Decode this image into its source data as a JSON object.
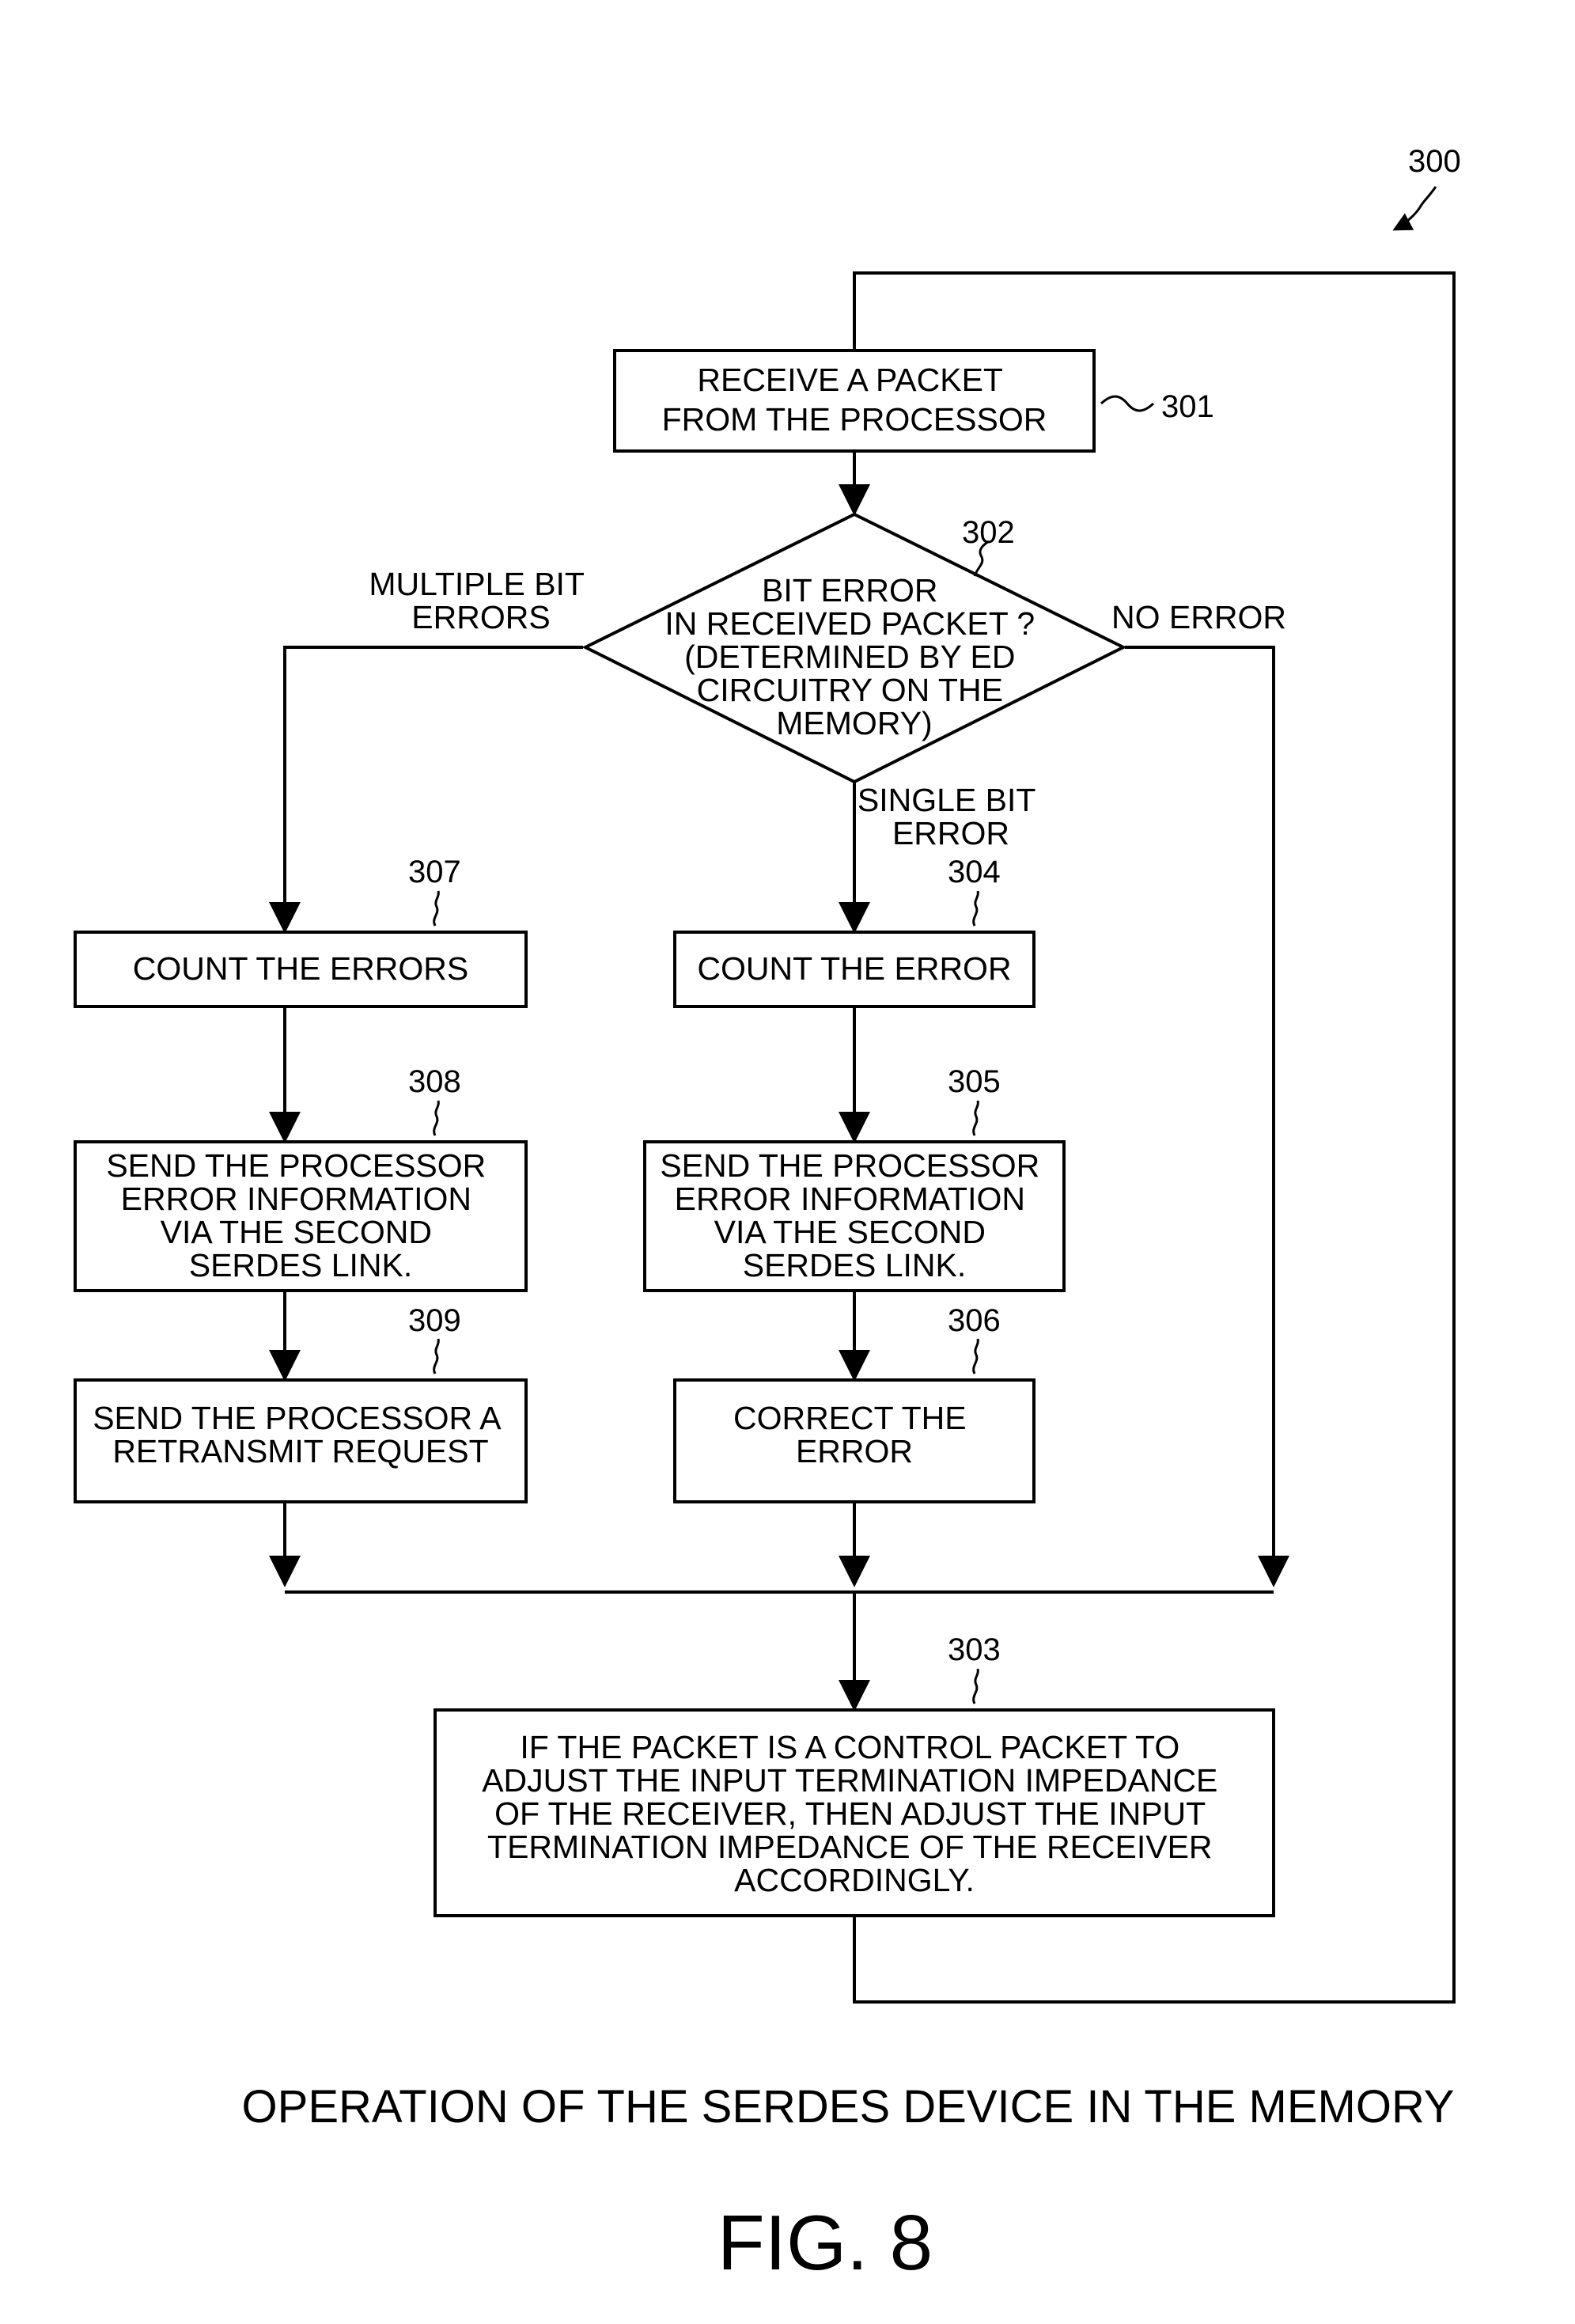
{
  "figure_ref": "300",
  "steps": {
    "s301": {
      "ref": "301",
      "lines": [
        "RECEIVE A PACKET",
        "FROM THE PROCESSOR"
      ]
    },
    "s302": {
      "ref": "302",
      "lines": [
        "BIT ERROR",
        "IN RECEIVED PACKET ?",
        "(DETERMINED BY ED",
        "CIRCUITRY ON THE",
        "MEMORY)"
      ]
    },
    "s303": {
      "ref": "303",
      "lines": [
        "IF THE PACKET IS A CONTROL PACKET TO",
        "ADJUST THE INPUT TERMINATION IMPEDANCE",
        "OF THE RECEIVER, THEN ADJUST THE INPUT",
        "TERMINATION IMPEDANCE OF THE RECEIVER",
        "ACCORDINGLY."
      ]
    },
    "s304": {
      "ref": "304",
      "lines": [
        "COUNT THE ERROR"
      ]
    },
    "s305": {
      "ref": "305",
      "lines": [
        "SEND THE PROCESSOR",
        "ERROR INFORMATION",
        "VIA THE SECOND",
        "SERDES LINK."
      ]
    },
    "s306": {
      "ref": "306",
      "lines": [
        "CORRECT THE",
        "ERROR"
      ]
    },
    "s307": {
      "ref": "307",
      "lines": [
        "COUNT THE ERRORS"
      ]
    },
    "s308": {
      "ref": "308",
      "lines": [
        "SEND THE PROCESSOR",
        "ERROR INFORMATION",
        "VIA THE SECOND",
        "SERDES LINK."
      ]
    },
    "s309": {
      "ref": "309",
      "lines": [
        "SEND THE PROCESSOR A",
        "RETRANSMIT REQUEST"
      ]
    }
  },
  "branches": {
    "multiple": [
      "MULTIPLE BIT",
      "ERRORS"
    ],
    "single": [
      "SINGLE BIT",
      "ERROR"
    ],
    "none": [
      "NO ERROR"
    ]
  },
  "caption": "OPERATION OF THE SERDES DEVICE IN THE MEMORY",
  "fig_label": "FIG. 8"
}
